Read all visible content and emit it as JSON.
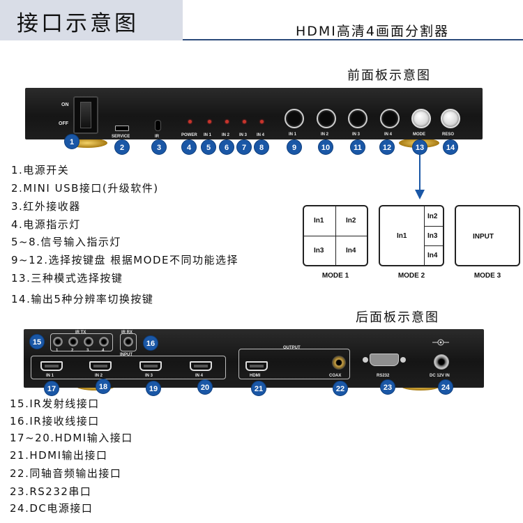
{
  "header": {
    "title": "接口示意图",
    "subtitle": "HDMI高清4画面分割器"
  },
  "front": {
    "section_title": "前面板示意图",
    "labels": {
      "on": "ON",
      "off": "OFF",
      "service": "SERVICE",
      "ir": "IR",
      "power": "POWER",
      "in1": "IN 1",
      "in2": "IN 2",
      "in3": "IN 3",
      "in4": "IN 4",
      "mode": "MODE",
      "reso": "RESO"
    },
    "badges": [
      "1",
      "2",
      "3",
      "4",
      "5",
      "6",
      "7",
      "8",
      "9",
      "10",
      "11",
      "12",
      "13",
      "14"
    ]
  },
  "modes": {
    "mode1": {
      "label": "MODE 1",
      "cells": [
        "In1",
        "In2",
        "In3",
        "In4"
      ]
    },
    "mode2": {
      "label": "MODE 2",
      "main": "In1",
      "cells": [
        "In2",
        "In3",
        "In4"
      ]
    },
    "mode3": {
      "label": "MODE 3",
      "text": "INPUT"
    }
  },
  "front_desc": [
    "1.电源开关",
    "2.MINI USB接口(升级软件)",
    "3.红外接收器",
    "4.电源指示灯",
    "5~8.信号输入指示灯",
    "9~12.选择按键盘 根据MODE不同功能选择",
    "13.三种模式选择按键",
    "14.输出5种分辨率切换按键"
  ],
  "rear": {
    "section_title": "后面板示意图",
    "labels": {
      "ir_tx": "IR TX",
      "ir_rx": "IR RX",
      "tx_nums": [
        "1",
        "2",
        "3",
        "4"
      ],
      "input": "INPUT",
      "output": "OUTPUT",
      "in1": "IN 1",
      "in2": "IN 2",
      "in3": "IN 3",
      "in4": "IN 4",
      "hdmi": "HDMI",
      "coax": "COAX",
      "rs232": "RS232",
      "dc": "DC 12V IN"
    },
    "badges": [
      "15",
      "16",
      "17",
      "18",
      "19",
      "20",
      "21",
      "22",
      "23",
      "24"
    ]
  },
  "rear_desc": [
    "15.IR发射线接口",
    "16.IR接收线接口",
    "17~20.HDMI输入接口",
    "21.HDMI输出接口",
    "22.同轴音频输出接口",
    "23.RS232串口",
    "24.DC电源接口"
  ],
  "colors": {
    "badge": "#1a57a6",
    "header_tab": "#d9dde7",
    "panel": "#1e1e1e",
    "foot_gold": "#c9a02a"
  }
}
